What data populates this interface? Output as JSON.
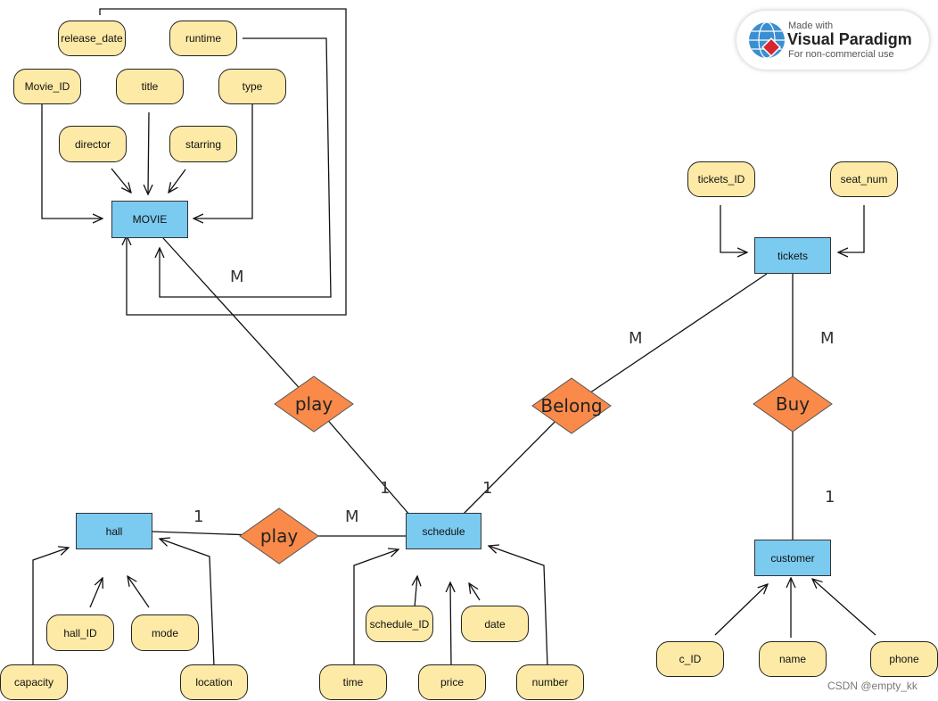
{
  "entities": {
    "movie": "MOVIE",
    "tickets": "tickets",
    "hall": "hall",
    "schedule": "schedule",
    "customer": "customer"
  },
  "relationships": {
    "play_movie": "play",
    "belong": "Belong",
    "buy": "Buy",
    "play_hall": "play"
  },
  "attributes": {
    "release_date": "release_date",
    "runtime": "runtime",
    "movie_id": "Movie_ID",
    "title": "title",
    "type": "type",
    "director": "director",
    "starring": "starring",
    "tickets_id": "tickets_ID",
    "seat_num": "seat_num",
    "hall_id": "hall_ID",
    "mode": "mode",
    "capacity": "capacity",
    "location": "location",
    "schedule_id": "schedule_ID",
    "date": "date",
    "time": "time",
    "price": "price",
    "number": "number",
    "c_id": "c_ID",
    "name": "name",
    "phone": "phone"
  },
  "cardinalities": {
    "movie_play": "M",
    "tickets_belong": "M",
    "tickets_buy": "M",
    "schedule_play": "1",
    "schedule_belong": "1",
    "customer_buy": "1",
    "hall_play": "1",
    "play_schedule": "M"
  },
  "watermark": {
    "made_with": "Made with",
    "brand": "Visual Paradigm",
    "sub": "For non-commercial use"
  },
  "credit": "CSDN @empty_kk",
  "colors": {
    "entity": "#7bcaf0",
    "attribute": "#fdeaa6",
    "relationship": "#f98a4a"
  }
}
